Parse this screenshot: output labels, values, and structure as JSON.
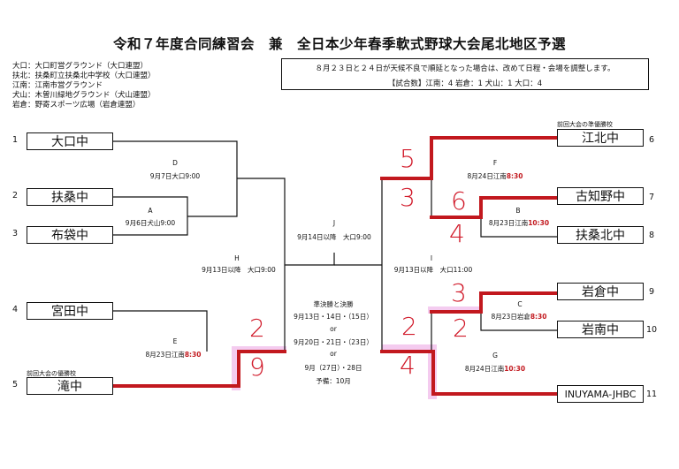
{
  "title": "令和７年度合同練習会　兼　全日本少年春季軟式野球大会尾北地区予選",
  "venues": [
    "大口：大口町営グラウンド（大口連盟）",
    "扶北：扶桑町立扶桑北中学校（大口連盟）",
    "江南：江南市営グラウンド",
    "犬山：木曽川緑地グラウンド（犬山連盟）",
    "岩倉：野寄スポーツ広場（岩倉連盟）"
  ],
  "notice": {
    "line1": "８月２３日と２４日が天候不良で順延となった場合は、改めて日程・会場を調整します。",
    "line2": "【試合数】江南：4 岩倉：1 犬山：1 大口：4"
  },
  "teams_left": [
    {
      "seed": "1",
      "name": "大口中"
    },
    {
      "seed": "2",
      "name": "扶桑中"
    },
    {
      "seed": "3",
      "name": "布袋中"
    },
    {
      "seed": "4",
      "name": "宮田中"
    },
    {
      "seed": "5",
      "name": "滝中"
    }
  ],
  "teams_right": [
    {
      "seed": "6",
      "name": "江北中"
    },
    {
      "seed": "7",
      "name": "古知野中"
    },
    {
      "seed": "8",
      "name": "扶桑北中"
    },
    {
      "seed": "9",
      "name": "岩倉中"
    },
    {
      "seed": "10",
      "name": "岩南中"
    },
    {
      "seed": "11",
      "name": "INUYAMA-JHBC"
    }
  ],
  "prev_notes": {
    "runner_up": "前回大会の準優勝校",
    "champion": "前回大会の優勝校"
  },
  "matches": {
    "A": {
      "letter": "A",
      "when": "9月6日犬山9:00"
    },
    "D": {
      "letter": "D",
      "when": "9月7日大口9:00"
    },
    "E": {
      "letter": "E",
      "when_pre": "8月23日江南",
      "when_time": "8:30"
    },
    "H": {
      "letter": "H",
      "when": "9月13日以降　大口9:00"
    },
    "J": {
      "letter": "J",
      "when": "9月14日以降　大口9:00"
    },
    "I": {
      "letter": "I",
      "when": "9月13日以降　大口11:00"
    },
    "F": {
      "letter": "F",
      "when_pre": "8月24日江南",
      "when_time": "8:30"
    },
    "B": {
      "letter": "B",
      "when_pre": "8月23日江南",
      "when_time": "10:30"
    },
    "C": {
      "letter": "C",
      "when_pre": "8月23日岩倉",
      "when_time": "8:30"
    },
    "G": {
      "letter": "G",
      "when_pre": "8月24日江南",
      "when_time": "10:30"
    }
  },
  "finals": {
    "title": "準決勝と決勝",
    "line1": "9月13日・14日・（15日）",
    "or1": "or",
    "line2": "9月20日・21日・（23日）",
    "or2": "or",
    "line3": "9月（27日）・28日",
    "spare": "予備：10月"
  },
  "handwritten_scores": {
    "E_top": "2",
    "E_bottom": "9",
    "F_top": "5",
    "F_bottom": "3",
    "B_top": "6",
    "B_bottom": "4",
    "C_top": "3",
    "C_bottom": "2",
    "G_top": "2",
    "G_bottom": "4"
  },
  "colors": {
    "winner_line": "#c2181e",
    "bracket_line": "#111111",
    "handwriting": "#d11a2a",
    "highlight": "#f3c6ee"
  }
}
